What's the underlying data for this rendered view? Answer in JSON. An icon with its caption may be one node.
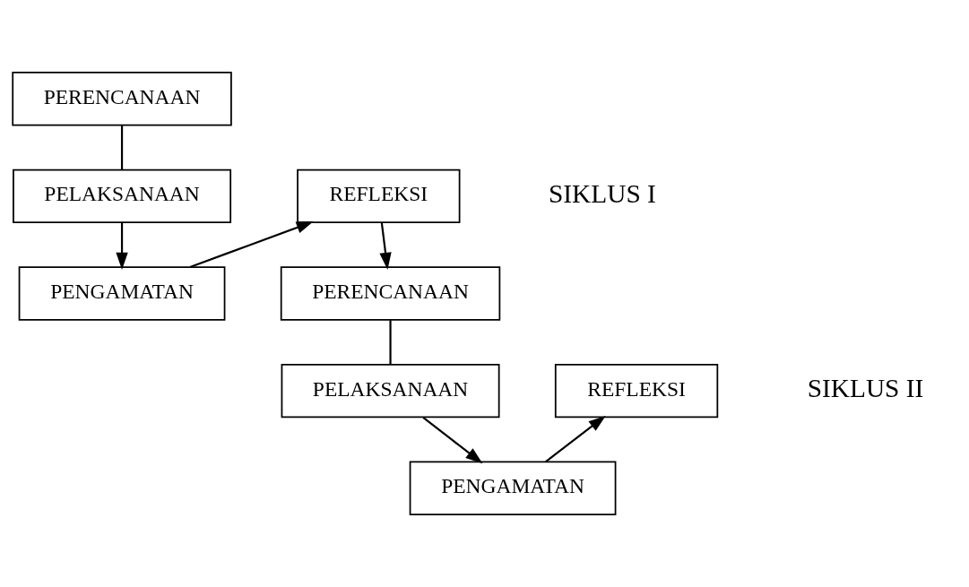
{
  "diagram": {
    "nodes": [
      {
        "text": [
          "PERENCANAAN"
        ]
      },
      {
        "text": [
          "REFLEKSI"
        ]
      },
      {
        "text": [
          "PELAKSANAAN"
        ]
      },
      {
        "text": [
          "PENGAMATAN"
        ]
      },
      {
        "text": [
          "PERENCANAAN"
        ]
      },
      {
        "text": [
          "REFLEKSI"
        ]
      },
      {
        "text": [
          "PELAKSANAAN"
        ]
      },
      {
        "text": [
          "PENGAMATAN"
        ]
      }
    ],
    "edges": [
      {
        "from": 0,
        "to": 2,
        "arrow": "none"
      },
      {
        "from": 2,
        "to": 3,
        "arrow": "to"
      },
      {
        "from": 3,
        "to": 1,
        "arrow": "to"
      },
      {
        "from": 1,
        "to": 4,
        "arrow": "to"
      },
      {
        "from": 4,
        "to": 6,
        "arrow": "none"
      },
      {
        "from": 6,
        "to": 7,
        "arrow": "to"
      },
      {
        "from": 7,
        "to": 5,
        "arrow": "to"
      }
    ],
    "labels": [
      "SIKLUS I",
      "SIKLUS II"
    ]
  }
}
